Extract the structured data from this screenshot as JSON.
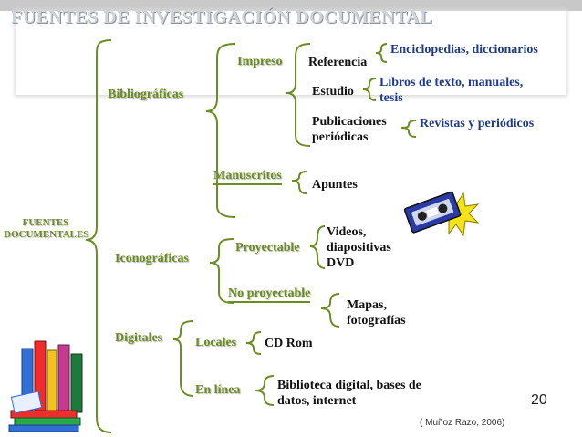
{
  "title": "FUENTES DE INVESTIGACIÓN DOCUMENTAL",
  "root": {
    "line1": "FUENTES",
    "line2": "DOCUMENTALES"
  },
  "categories": {
    "bibliograficas": "Bibliográficas",
    "iconograficas": "Iconográficas",
    "digitales": "Digitales"
  },
  "bibliograficas": {
    "impreso": "Impreso",
    "manuscritos": "Manuscritos",
    "referencia": "Referencia",
    "enciclopedias": "Enciclopedias, diccionarios",
    "estudio": "Estudio",
    "libros_line1": "Libros de texto, manuales,",
    "libros_line2": "tesis",
    "publicaciones_line1": "Publicaciones",
    "publicaciones_line2": "periódicas",
    "revistas": "Revistas y periódicos",
    "apuntes": "Apuntes"
  },
  "iconograficas": {
    "proyectable": "Proyectable",
    "videos_line1": "Videos,",
    "videos_line2": "diapositivas",
    "videos_line3": "DVD",
    "no_proyectable": "No proyectable",
    "mapas_line1": "Mapas,",
    "mapas_line2": "fotografías"
  },
  "digitales": {
    "locales": "Locales",
    "cdrom": "CD Rom",
    "en_linea": "En línea",
    "biblioteca_line1": "Biblioteca digital, bases de",
    "biblioteca_line2": "datos, internet"
  },
  "page_number": "20",
  "citation": "( Muñoz Razo, 2006)",
  "colors": {
    "green": "#6b8e23",
    "blue": "#1f3a8a",
    "title": "#cfd3d8"
  },
  "icons": [
    "videocassette-icon",
    "books-icon"
  ]
}
